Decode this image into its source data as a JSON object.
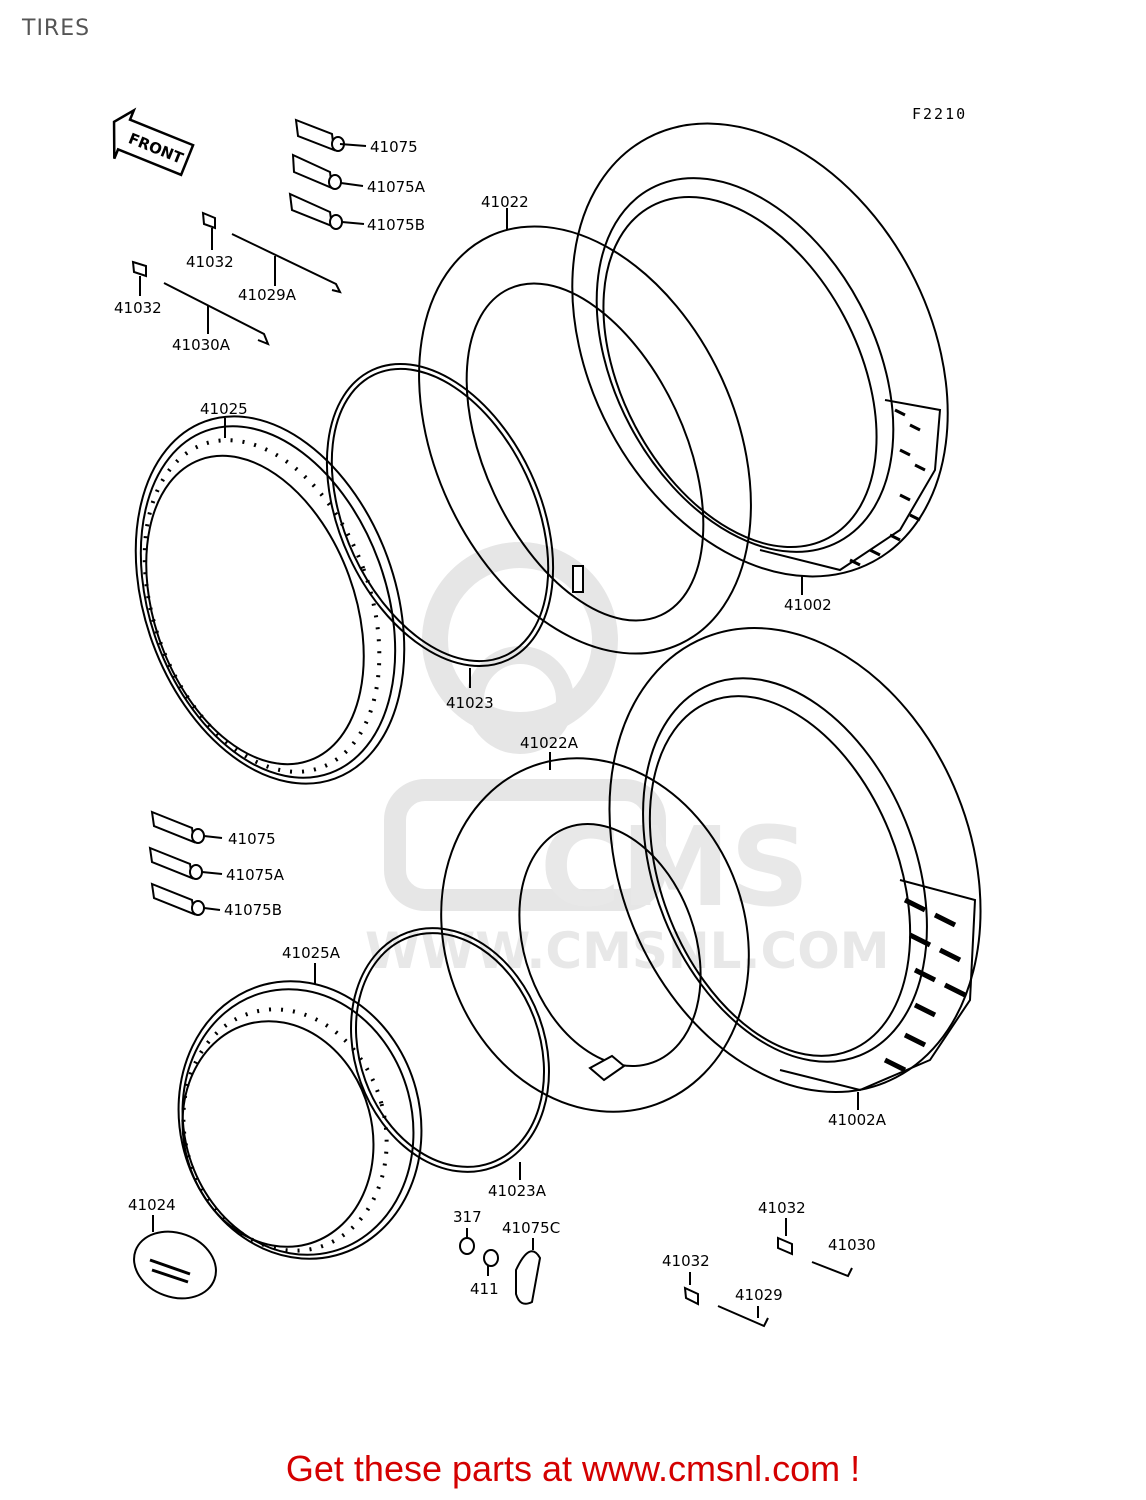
{
  "title": "TIRES",
  "figure_code": "F2210",
  "front_arrow": "FRONT",
  "watermark": {
    "brand": "CMS",
    "url": "WWW.CMSNL.COM"
  },
  "parts": {
    "p41075_top": "41075",
    "p41075A_top": "41075A",
    "p41075B_top": "41075B",
    "p41032_a": "41032",
    "p41029A": "41029A",
    "p41032_b": "41032",
    "p41030A": "41030A",
    "p41022": "41022",
    "p41002": "41002",
    "p41025": "41025",
    "p41023": "41023",
    "p41022A": "41022A",
    "p41075_mid": "41075",
    "p41075A_mid": "41075A",
    "p41075B_mid": "41075B",
    "p41025A": "41025A",
    "p41002A": "41002A",
    "p41023A": "41023A",
    "p41024": "41024",
    "p317": "317",
    "p41075C": "41075C",
    "p411": "411",
    "p41032_c": "41032",
    "p41030": "41030",
    "p41032_d": "41032",
    "p41029": "41029"
  },
  "footer": "Get these parts at www.cmsnl.com !",
  "colors": {
    "footer": "#d40000",
    "line": "#000000",
    "watermark": "#e6e6e6"
  }
}
